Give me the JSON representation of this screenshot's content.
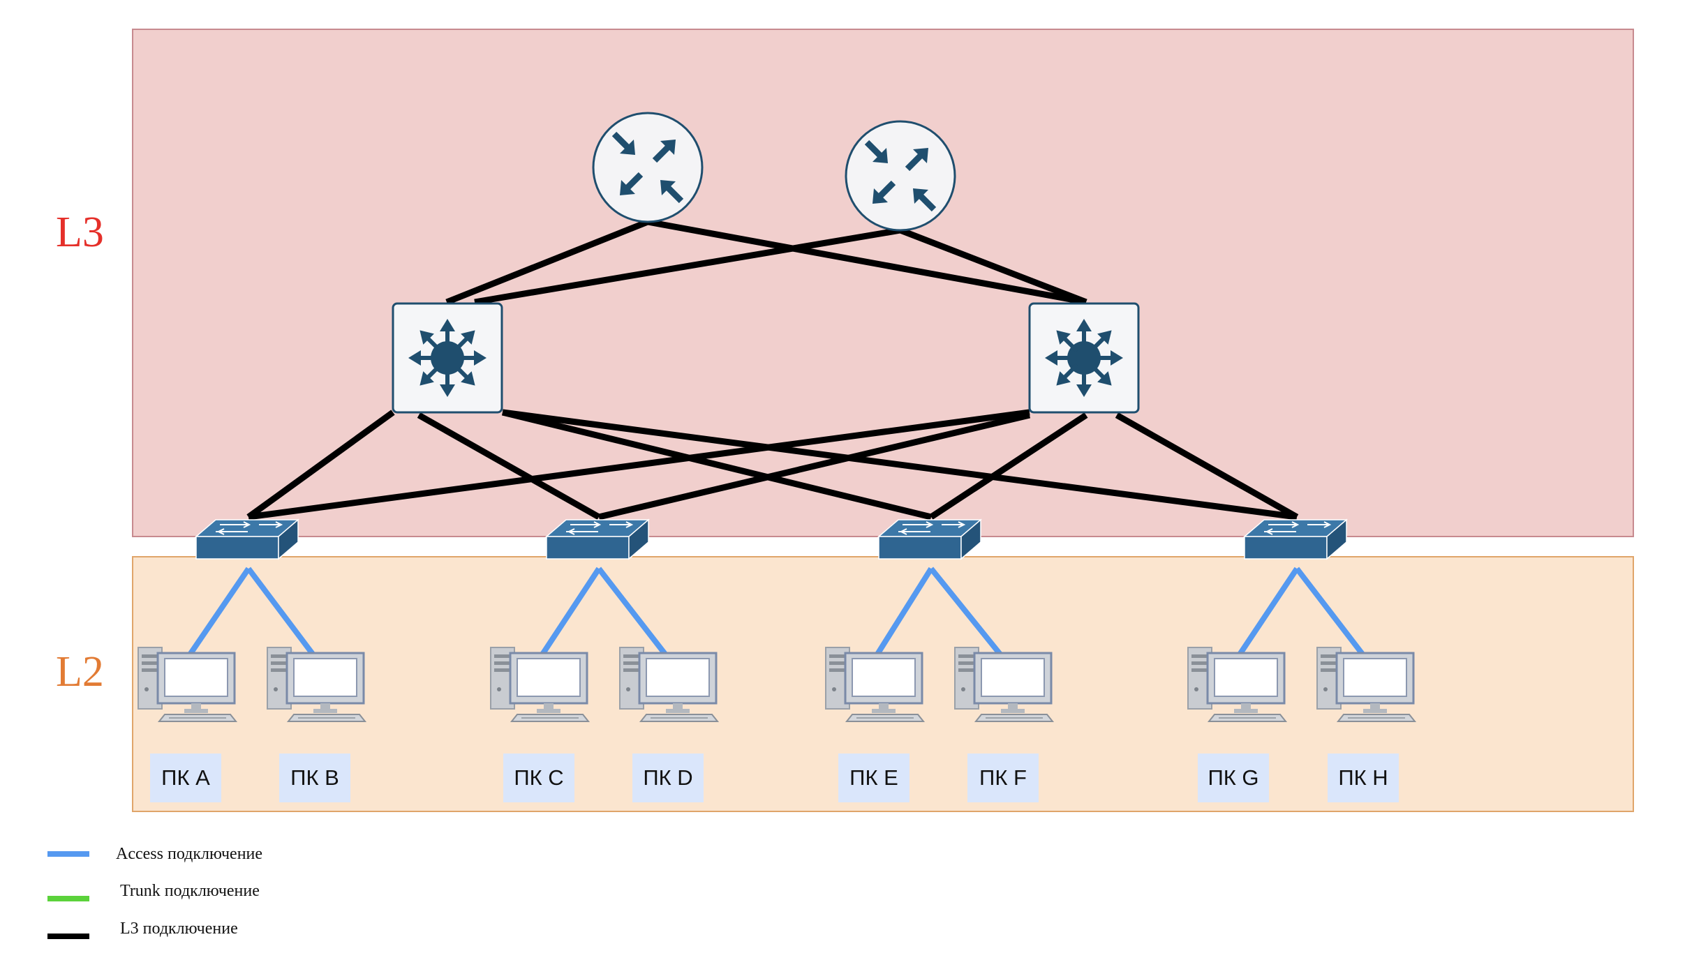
{
  "zones": {
    "l3": {
      "label": "L3",
      "color": "#e5302a",
      "fill": "#f1cfcd",
      "stroke": "#c78a8f"
    },
    "l2": {
      "label": "L2",
      "color": "#e27b34",
      "fill": "#fbe5cf",
      "stroke": "#e0a56a"
    }
  },
  "routers": [
    {
      "id": "router-1",
      "icon": "router-arrows-icon"
    },
    {
      "id": "router-2",
      "icon": "router-arrows-icon"
    }
  ],
  "l3_switches": [
    {
      "id": "l3-switch-left",
      "icon": "multilayer-switch-icon"
    },
    {
      "id": "l3-switch-right",
      "icon": "multilayer-switch-icon"
    }
  ],
  "access_switches": [
    {
      "id": "switch-1",
      "icon": "workgroup-switch-icon"
    },
    {
      "id": "switch-2",
      "icon": "workgroup-switch-icon"
    },
    {
      "id": "switch-3",
      "icon": "workgroup-switch-icon"
    },
    {
      "id": "switch-4",
      "icon": "workgroup-switch-icon"
    }
  ],
  "pcs": [
    {
      "label": "ПК A",
      "switch": 0
    },
    {
      "label": "ПК B",
      "switch": 0
    },
    {
      "label": "ПК C",
      "switch": 1
    },
    {
      "label": "ПК D",
      "switch": 1
    },
    {
      "label": "ПК E",
      "switch": 2
    },
    {
      "label": "ПК F",
      "switch": 2
    },
    {
      "label": "ПК G",
      "switch": 3
    },
    {
      "label": "ПК H",
      "switch": 3
    }
  ],
  "colors": {
    "device_blue": "#2f6591",
    "icon_dark": "#1f4e6e",
    "access": "#5599f0",
    "trunk": "#5bd23b",
    "l3": "#000000"
  },
  "legend": [
    {
      "label": "Access подключение",
      "color": "#5599f0"
    },
    {
      "label": "Trunk подключение",
      "color": "#5bd23b"
    },
    {
      "label": "L3 подключение",
      "color": "#000000"
    }
  ]
}
